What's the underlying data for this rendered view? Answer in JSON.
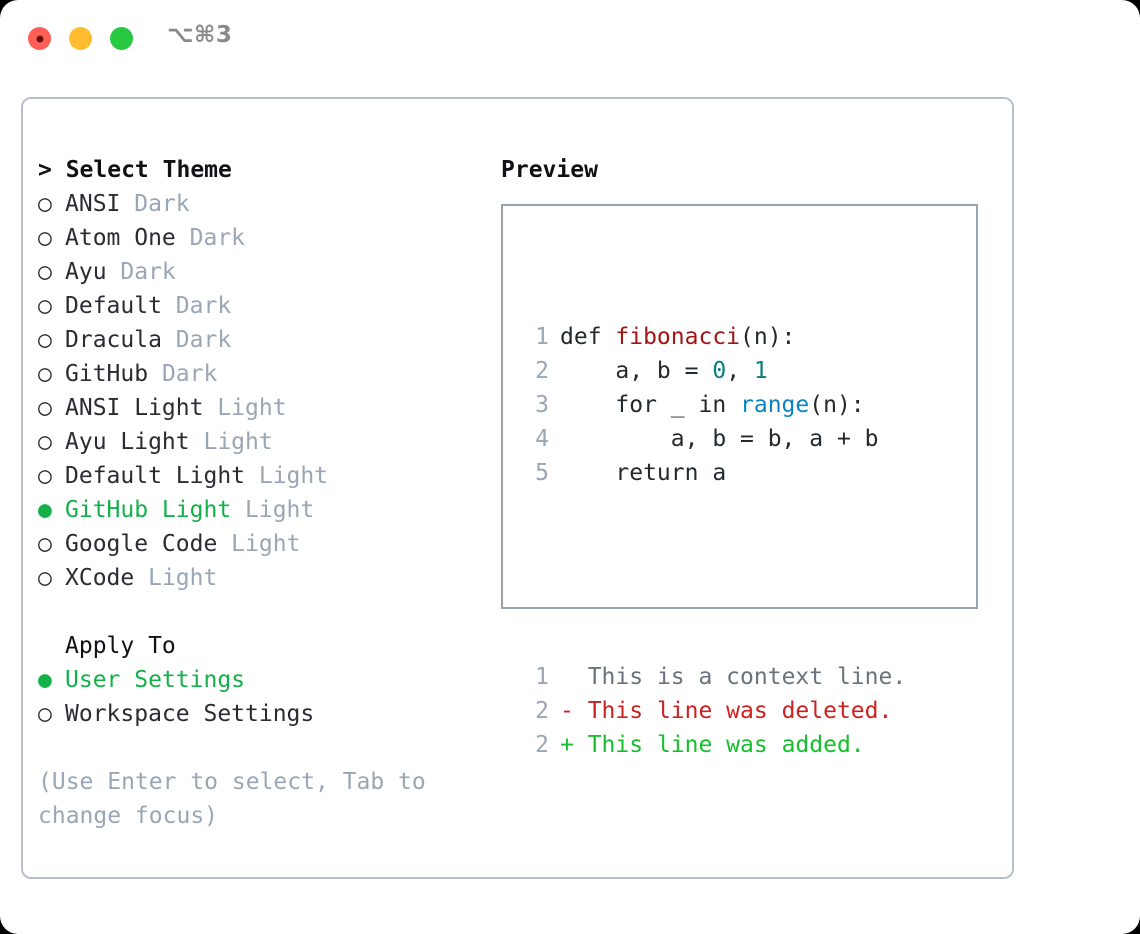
{
  "titlebar": {
    "shortcut": "⌥⌘3",
    "buttons": [
      {
        "name": "close",
        "color": "#ff5f57"
      },
      {
        "name": "minimize",
        "color": "#febc2e"
      },
      {
        "name": "maximize",
        "color": "#28c840"
      }
    ]
  },
  "theme_picker": {
    "heading": "> Select Theme",
    "marker_selected": "●",
    "marker_unselected": "○",
    "items": [
      {
        "marker": "○",
        "label": "ANSI",
        "suffix": "Dark",
        "selected": false
      },
      {
        "marker": "○",
        "label": "Atom One",
        "suffix": "Dark",
        "selected": false
      },
      {
        "marker": "○",
        "label": "Ayu",
        "suffix": "Dark",
        "selected": false
      },
      {
        "marker": "○",
        "label": "Default",
        "suffix": "Dark",
        "selected": false
      },
      {
        "marker": "○",
        "label": "Dracula",
        "suffix": "Dark",
        "selected": false
      },
      {
        "marker": "○",
        "label": "GitHub",
        "suffix": "Dark",
        "selected": false
      },
      {
        "marker": "○",
        "label": "ANSI Light",
        "suffix": "Light",
        "selected": false
      },
      {
        "marker": "○",
        "label": "Ayu Light",
        "suffix": "Light",
        "selected": false
      },
      {
        "marker": "○",
        "label": "Default Light",
        "suffix": "Light",
        "selected": false
      },
      {
        "marker": "●",
        "label": "GitHub Light",
        "suffix": "Light",
        "selected": true
      },
      {
        "marker": "○",
        "label": "Google Code",
        "suffix": "Light",
        "selected": false
      },
      {
        "marker": "○",
        "label": "XCode",
        "suffix": "Light",
        "selected": false
      }
    ]
  },
  "apply_to": {
    "heading": "Apply To",
    "items": [
      {
        "marker": "●",
        "label": "User Settings",
        "selected": true
      },
      {
        "marker": "○",
        "label": "Workspace Settings",
        "selected": false
      }
    ]
  },
  "hint": "(Use Enter to select, Tab to change focus)",
  "preview": {
    "heading": "Preview",
    "code_lines": [
      {
        "num": "1",
        "segments": [
          {
            "text": "def ",
            "kind": "plain"
          },
          {
            "text": "fibonacci",
            "kind": "fn"
          },
          {
            "text": "(n):",
            "kind": "plain"
          }
        ]
      },
      {
        "num": "2",
        "segments": [
          {
            "text": "    a, b = ",
            "kind": "plain"
          },
          {
            "text": "0",
            "kind": "num"
          },
          {
            "text": ", ",
            "kind": "plain"
          },
          {
            "text": "1",
            "kind": "num"
          }
        ]
      },
      {
        "num": "3",
        "segments": [
          {
            "text": "    for _ in ",
            "kind": "plain"
          },
          {
            "text": "range",
            "kind": "call"
          },
          {
            "text": "(n):",
            "kind": "plain"
          }
        ]
      },
      {
        "num": "4",
        "segments": [
          {
            "text": "        a, b = b, a + b",
            "kind": "plain"
          }
        ]
      },
      {
        "num": "5",
        "segments": [
          {
            "text": "    return a",
            "kind": "plain"
          }
        ]
      }
    ],
    "diff_lines": [
      {
        "num": "1",
        "sign": "  ",
        "text": "This is a context line.",
        "kind": "ctx"
      },
      {
        "num": "2",
        "sign": "- ",
        "text": "This line was deleted.",
        "kind": "del"
      },
      {
        "num": "2",
        "sign": "+ ",
        "text": "This line was added.",
        "kind": "add"
      }
    ]
  },
  "colors": {
    "selected_green": "#14b14a",
    "suffix_gray": "#9aa6b5",
    "border": "#b7c0cc",
    "preview_border": "#97a3b2",
    "diff_add": "#16c02c",
    "diff_del": "#cf2020",
    "diff_ctx": "#6a737d",
    "fn_red": "#a31515",
    "num_teal": "#0d7d7d",
    "call_blue": "#0a84c2"
  }
}
